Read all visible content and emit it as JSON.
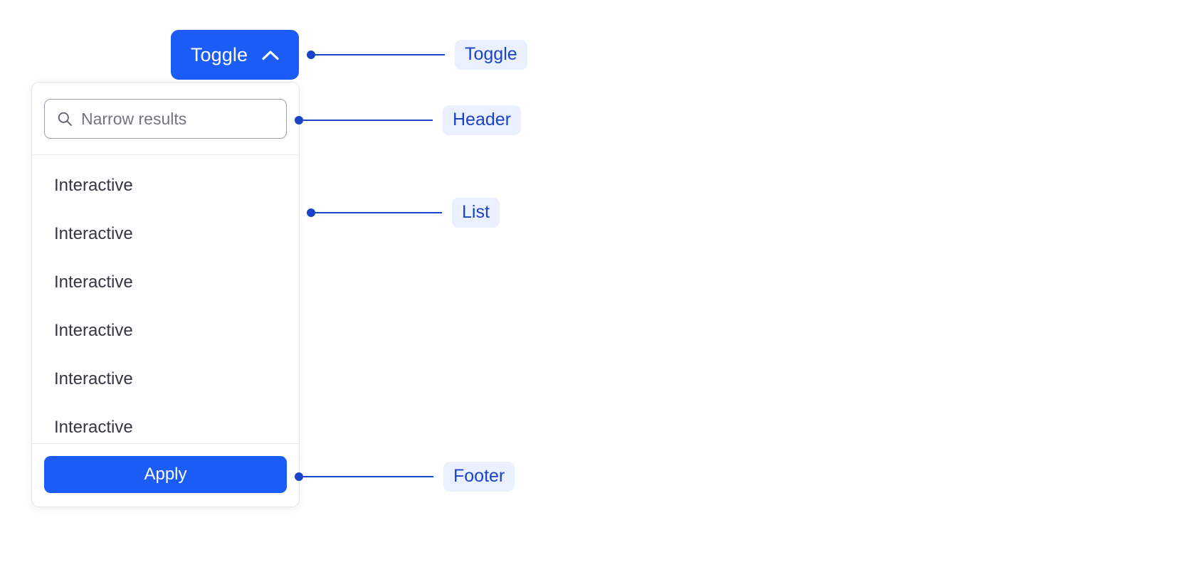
{
  "toggle": {
    "label": "Toggle",
    "icon": "chevron-up-icon",
    "expanded": true,
    "background_color": "#1a5cf5",
    "text_color": "#ffffff"
  },
  "dropdown": {
    "header": {
      "search": {
        "icon": "search-icon",
        "placeholder": "Narrow results",
        "value": ""
      }
    },
    "list": {
      "items": [
        {
          "label": "Interactive"
        },
        {
          "label": "Interactive"
        },
        {
          "label": "Interactive"
        },
        {
          "label": "Interactive"
        },
        {
          "label": "Interactive"
        },
        {
          "label": "Interactive"
        }
      ]
    },
    "footer": {
      "apply_label": "Apply",
      "apply_background_color": "#1a5cf5"
    },
    "border_color": "#e3e5ea",
    "background_color": "#ffffff"
  },
  "annotations": {
    "accent_color": "#1a44c8",
    "pill_background_color": "#eaf0fd",
    "callouts": [
      {
        "label": "Toggle"
      },
      {
        "label": "Header"
      },
      {
        "label": "List"
      },
      {
        "label": "Footer"
      }
    ]
  }
}
